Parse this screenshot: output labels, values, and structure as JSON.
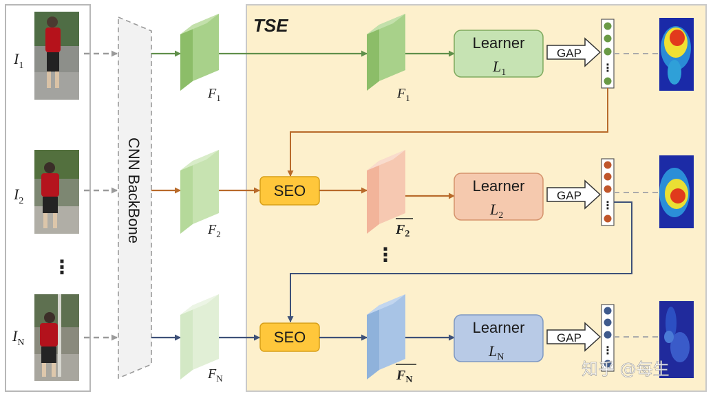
{
  "tse_title": "TSE",
  "backbone_label": "CNN BackBone",
  "gap_label": "GAP",
  "seo_label": "SEO",
  "ellipsis": "⋮",
  "learner_word": "Learner",
  "watermark": "知乎 @每生",
  "inputs": [
    {
      "base": "I",
      "sub": "1"
    },
    {
      "base": "I",
      "sub": "2"
    },
    {
      "base": "I",
      "sub": "N"
    }
  ],
  "backbone_features": [
    {
      "base": "F",
      "sub": "1"
    },
    {
      "base": "F",
      "sub": "2"
    },
    {
      "base": "F",
      "sub": "N"
    }
  ],
  "tse_features": [
    {
      "base": "F",
      "sub": "1"
    },
    {
      "base": "F",
      "sub": "2"
    },
    {
      "base": "F",
      "sub": "N"
    }
  ],
  "learners": [
    {
      "base": "L",
      "sub": "1"
    },
    {
      "base": "L",
      "sub": "2"
    },
    {
      "base": "L",
      "sub": "N"
    }
  ],
  "colors": {
    "branch1": "#5f8f4a",
    "branch2": "#b86a2a",
    "branchN": "#3d5078",
    "tse_bg": "#fdf0cc",
    "seo_fill": "#ffc73b",
    "learner1": "#c6e3b3",
    "learner2": "#f5c9ae",
    "learnerN": "#b8cae6",
    "dot1": "#6a9a45",
    "dot2": "#c0562a",
    "dotN": "#3f5a8c"
  }
}
